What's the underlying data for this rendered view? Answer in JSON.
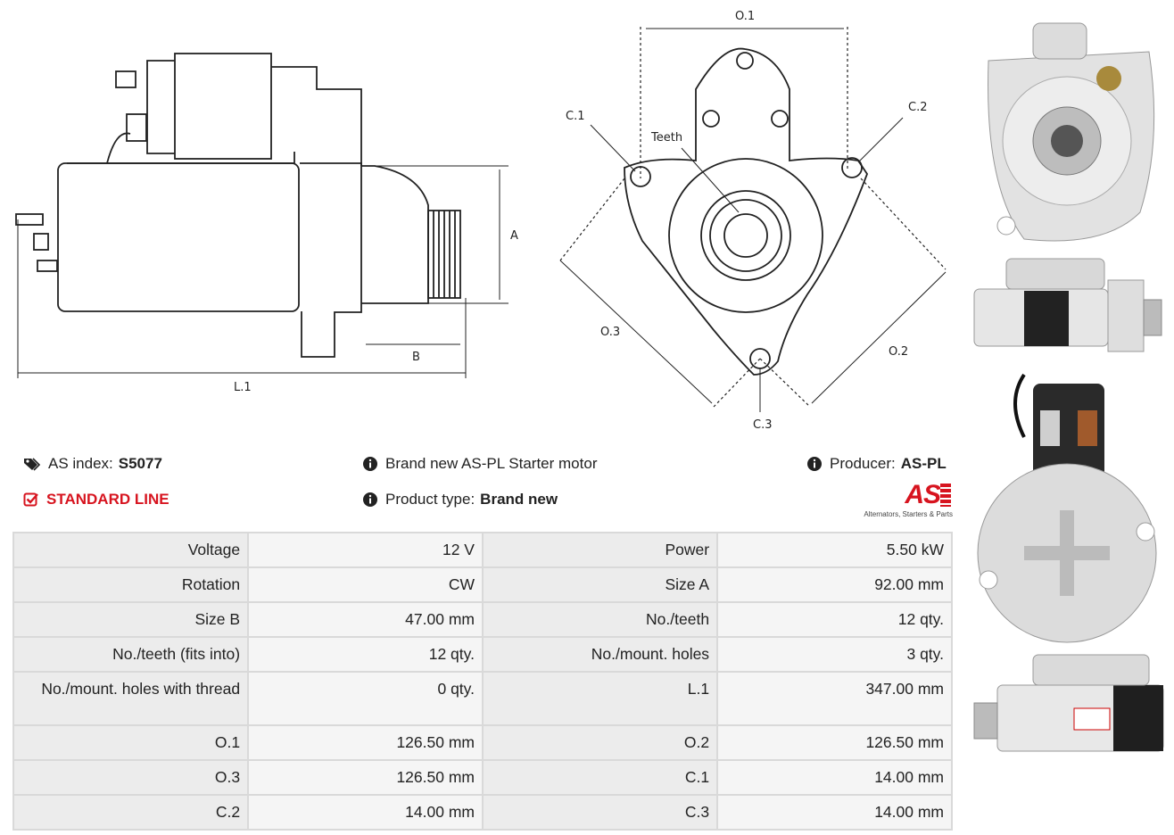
{
  "diagram": {
    "labels": {
      "o1": "O.1",
      "o2": "O.2",
      "o3": "O.3",
      "c1": "C.1",
      "c2": "C.2",
      "c3": "C.3",
      "teeth": "Teeth",
      "a": "A",
      "b": "B",
      "l1": "L.1"
    }
  },
  "info": {
    "as_index_label": "AS index:",
    "as_index_value": "S5077",
    "standard_line": "STANDARD LINE",
    "description": "Brand new AS-PL Starter motor",
    "product_type_label": "Product type:",
    "product_type_value": "Brand new",
    "producer_label": "Producer:",
    "producer_value": "AS-PL",
    "logo_text": "AS",
    "logo_tagline": "Alternators, Starters & Parts"
  },
  "specs": [
    {
      "l1": "Voltage",
      "v1": "12 V",
      "l2": "Power",
      "v2": "5.50 kW"
    },
    {
      "l1": "Rotation",
      "v1": "CW",
      "l2": "Size A",
      "v2": "92.00 mm"
    },
    {
      "l1": "Size B",
      "v1": "47.00 mm",
      "l2": "No./teeth",
      "v2": "12 qty."
    },
    {
      "l1": "No./teeth (fits into)",
      "v1": "12 qty.",
      "l2": "No./mount. holes",
      "v2": "3 qty."
    },
    {
      "l1": "No./mount. holes with thread",
      "v1": "0 qty.",
      "l2": "L.1",
      "v2": "347.00 mm"
    },
    {
      "l1": "O.1",
      "v1": "126.50 mm",
      "l2": "O.2",
      "v2": "126.50 mm"
    },
    {
      "l1": "O.3",
      "v1": "126.50 mm",
      "l2": "C.1",
      "v2": "14.00 mm"
    },
    {
      "l1": "C.2",
      "v1": "14.00 mm",
      "l2": "C.3",
      "v2": "14.00 mm"
    }
  ],
  "colors": {
    "accent_red": "#d7141f",
    "table_bg": "#ececec"
  }
}
